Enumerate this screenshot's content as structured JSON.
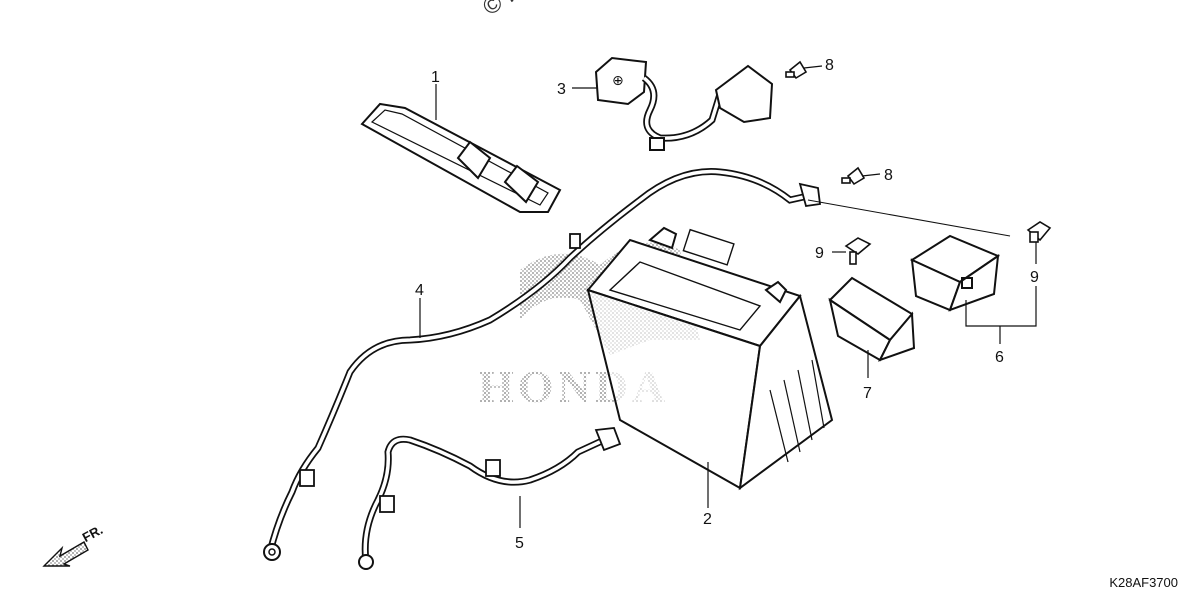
{
  "watermark": "© PartZilla",
  "watermark_visible": "© Partzi",
  "logo_text": "HONDA",
  "direction_label": "FR.",
  "diagram_code": "K28AF3700",
  "callouts": [
    {
      "id": "c1",
      "text": "1"
    },
    {
      "id": "c2",
      "text": "2"
    },
    {
      "id": "c3",
      "text": "3"
    },
    {
      "id": "c4",
      "text": "4"
    },
    {
      "id": "c5",
      "text": "5"
    },
    {
      "id": "c6",
      "text": "6"
    },
    {
      "id": "c7",
      "text": "7"
    },
    {
      "id": "c8a",
      "text": "8"
    },
    {
      "id": "c8b",
      "text": "8"
    },
    {
      "id": "c9a",
      "text": "9"
    },
    {
      "id": "c9b",
      "text": "9"
    }
  ]
}
